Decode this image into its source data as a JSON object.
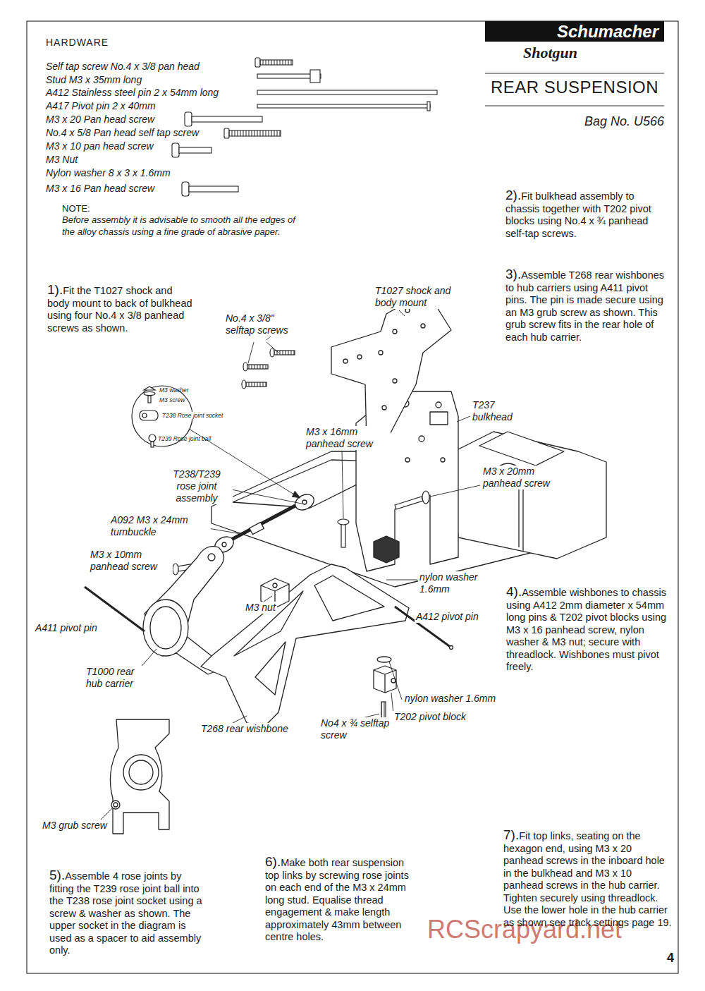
{
  "diagram": {
    "title": "REAR SUSPENSION",
    "nodes": [
      {
        "text": [
          "Schumacher"
        ]
      }
    ],
    "labels": [
      "HARDWARE",
      "Self tap screw No.4 x 3/8 pan head",
      "Stud M3 x 35mm long",
      "A412 Stainless steel pin 2 x 54mm long",
      "A417 Pivot pin 2 x 40mm",
      "M3 x 20 Pan head screw",
      "No.4 x 5/8 Pan head self tap screw",
      "M3 x 10 pan head screw",
      "M3 Nut",
      "Nylon washer 8 x 3 x 1.6mm",
      "M3 x 16 Pan head screw",
      "NOTE:",
      "Before assembly it is advisable to smooth all the edges of the alloy chassis using a fine grade of abrasive paper.",
      "Shotgun",
      "Bag No. U566",
      "2).",
      "Fit bulkhead assembly to chassis together with T202 pivot blocks using No.4 x ¾ panhead self-tap screws.",
      "3).",
      "Assemble T268 rear wishbones to hub carriers using A411 pivot pins. The pin is made secure using an M3 grub screw as shown. This grub screw fits in the rear hole of each hub carrier.",
      "1).",
      "Fit the T1027 shock and body mount to back of bulkhead using four No.4 x 3/8 panhead screws as shown.",
      "T1027 shock and body mount",
      "No.4 x 3/8\" selftap screws",
      "M3 washer",
      "M3 screw",
      "T238 Rose joint socket",
      "T239 Rose joint ball",
      "T237 bulkhead",
      "M3 x 16mm panhead screw",
      "T238/T239 rose joint assembly",
      "M3 x 20mm panhead screw",
      "A092 M3 x 24mm turnbuckle",
      "M3 x 10mm panhead screw",
      "nylon washer 1.6mm",
      "M3 nut",
      "A412 pivot pin",
      "4).",
      "Assemble wishbones to chassis using A412 2mm diameter x 54mm long pins & T202 pivot blocks using M3 x 16 panhead screw, nylon washer & M3 nut; secure with threadlock. Wishbones must pivot freely.",
      "A411 pivot pin",
      "T1000 rear hub carrier",
      "nylon washer 1.6mm",
      "T202 pivot block",
      "T268 rear wishbone",
      "No4 x ¾ selftap screw",
      "M3 grub screw",
      "5).",
      "Assemble 4 rose joints by fitting the T239 rose joint ball into the T238 rose joint socket using a screw & washer as shown. The upper socket in the diagram is used as a spacer to aid assembly only.",
      "6).",
      "Make both rear suspension top links by screwing rose joints on each end of the M3 x 24mm long stud. Equalise thread engagement & make length approximately 43mm between centre holes.",
      "7).",
      "Fit top links, seating on the hexagon end, using M3 x 20 panhead screws in the inboard hole in the bulkhead and M3 x 10 panhead screws in the hub carrier. Tighten securely using threadlock. Use the lower hole in the hub carrier as shown see track settings page 19.",
      "4",
      "RCScrapyard.net"
    ]
  }
}
